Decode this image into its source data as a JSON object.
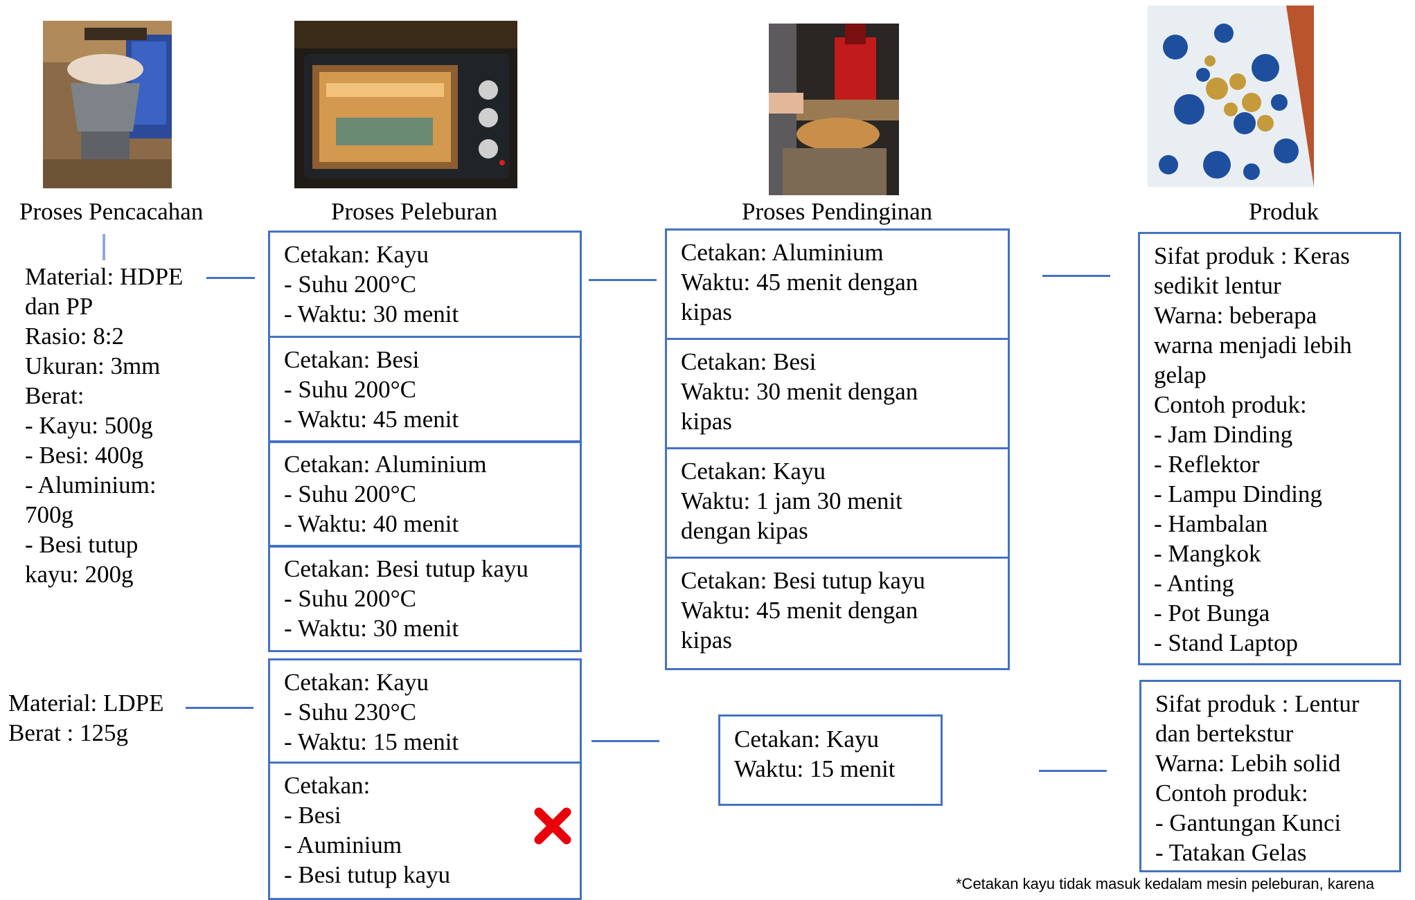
{
  "titles": {
    "shred": "Proses Pencacahan",
    "melt": "Proses Peleburan",
    "cool": "Proses Pendinginan",
    "product": "Produk"
  },
  "photos": {
    "shred": "shredder-machine-photo",
    "melt": "oven-photo",
    "cool": "hydraulic-press-photo",
    "product": "recycled-plastic-sheet-photo"
  },
  "input_hdpe": {
    "lines": [
      "Material: HDPE",
      "dan PP",
      "Rasio: 8:2",
      "Ukuran: 3mm",
      "Berat:",
      "- Kayu: 500g",
      "- Besi: 400g",
      "- Aluminium:",
      "700g",
      "- Besi tutup",
      "kayu: 200g"
    ]
  },
  "input_ldpe": {
    "lines": [
      "Material: LDPE",
      "Berat : 125g"
    ]
  },
  "melt_hdpe": [
    {
      "lines": [
        "Cetakan: Kayu",
        "- Suhu 200°C",
        "- Waktu: 30 menit"
      ]
    },
    {
      "lines": [
        "Cetakan: Besi",
        "- Suhu 200°C",
        "- Waktu: 45 menit"
      ]
    },
    {
      "lines": [
        "Cetakan: Aluminium",
        "- Suhu 200°C",
        "- Waktu: 40 menit"
      ]
    },
    {
      "lines": [
        "Cetakan: Besi tutup kayu",
        "- Suhu 200°C",
        "- Waktu: 30 menit"
      ]
    }
  ],
  "melt_ldpe": [
    {
      "lines": [
        "Cetakan: Kayu",
        "- Suhu 230°C",
        "- Waktu: 15 menit"
      ]
    },
    {
      "lines": [
        "Cetakan:",
        "- Besi",
        "- Auminium",
        "- Besi tutup kayu"
      ],
      "status_icon": "cross-mark-icon",
      "status_color": "#E8000B"
    }
  ],
  "cool_hdpe": [
    {
      "lines": [
        "Cetakan: Aluminium",
        "Waktu: 45 menit dengan",
        "kipas"
      ]
    },
    {
      "lines": [
        "Cetakan: Besi",
        "Waktu: 30 menit dengan",
        "kipas"
      ]
    },
    {
      "lines": [
        "Cetakan: Kayu",
        "Waktu: 1 jam 30 menit",
        "dengan kipas"
      ]
    },
    {
      "lines": [
        "Cetakan: Besi tutup kayu",
        "Waktu: 45 menit dengan",
        "kipas"
      ]
    }
  ],
  "cool_ldpe": {
    "lines": [
      "Cetakan: Kayu",
      "Waktu: 15 menit"
    ]
  },
  "product_hdpe": {
    "lines": [
      "Sifat produk : Keras",
      "sedikit lentur",
      "Warna: beberapa",
      "warna menjadi lebih",
      "gelap",
      "Contoh produk:",
      "- Jam Dinding",
      "- Reflektor",
      "- Lampu Dinding",
      "- Hambalan",
      "- Mangkok",
      "- Anting",
      "- Pot Bunga",
      "- Stand Laptop"
    ]
  },
  "product_ldpe": {
    "lines": [
      "Sifat produk : Lentur",
      "dan bertekstur",
      "Warna: Lebih solid",
      "Contoh produk:",
      "- Gantungan Kunci",
      "- Tatakan Gelas"
    ]
  },
  "footnote": "*Cetakan kayu tidak masuk kedalam mesin peleburan, karena",
  "colors": {
    "line": "#4472C4",
    "border": "#4472C4",
    "cross": "#E8000B"
  }
}
